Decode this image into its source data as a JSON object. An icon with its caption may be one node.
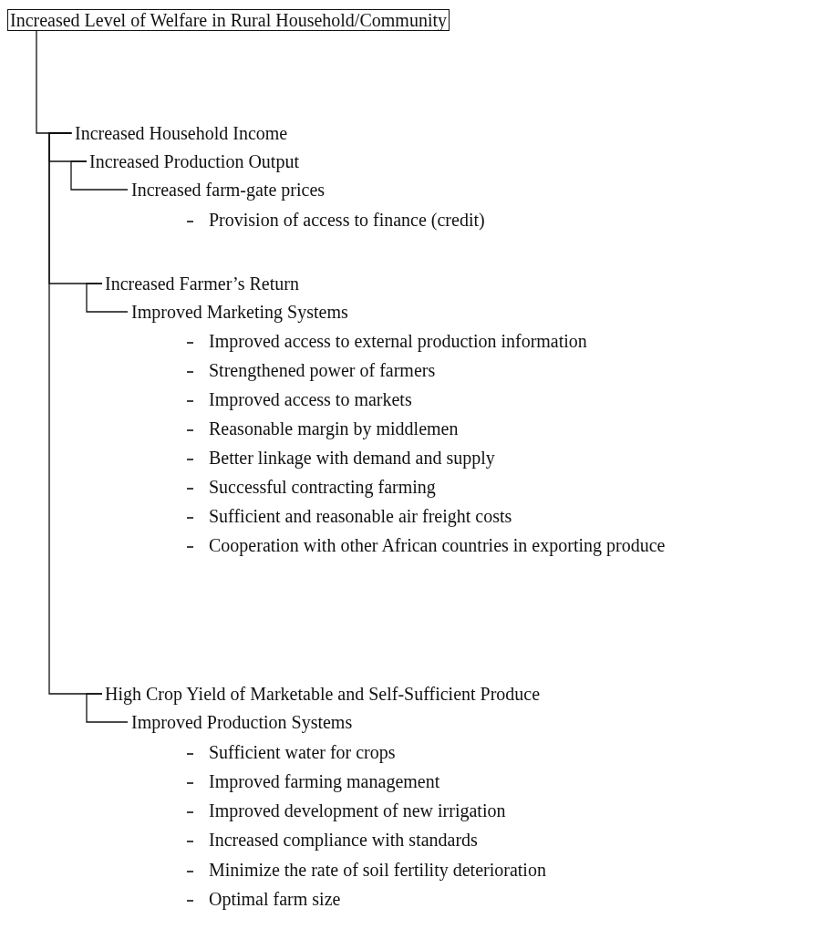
{
  "diagram": {
    "nodes": [
      {
        "text": [
          "Increased Level of Welfare in Rural Household/Community"
        ]
      },
      {
        "text": [
          "Increased Household Income"
        ]
      },
      {
        "text": [
          "Increased Production Output"
        ]
      },
      {
        "text": [
          "Increased farm-gate prices"
        ]
      },
      {
        "text": [
          "Increased Farmer’s Return"
        ]
      },
      {
        "text": [
          "Improved Marketing Systems"
        ]
      },
      {
        "text": [
          "High Crop Yield of Marketable and Self-Sufficient Produce"
        ]
      },
      {
        "text": [
          "Improved Production Systems"
        ]
      }
    ],
    "edges": [
      {
        "from": 0,
        "to": 1,
        "arrow": "none"
      },
      {
        "from": 1,
        "to": 2,
        "arrow": "none"
      },
      {
        "from": 1,
        "to": 4,
        "arrow": "none"
      },
      {
        "from": 1,
        "to": 6,
        "arrow": "none"
      },
      {
        "from": 2,
        "to": 3,
        "arrow": "none"
      },
      {
        "from": 4,
        "to": 5,
        "arrow": "none"
      },
      {
        "from": 6,
        "to": 7,
        "arrow": "none"
      }
    ],
    "labels": [
      "Provision of access to finance (credit)",
      "Improved access to external production information",
      "Strengthened power of farmers",
      "Improved access to markets",
      "Reasonable margin by middlemen",
      "Better linkage with demand and supply",
      "Successful contracting farming",
      "Sufficient and reasonable air freight costs",
      "Cooperation with other African countries in exporting produce",
      "Sufficient water for crops",
      "Improved farming management",
      "Improved development of new irrigation",
      "Increased compliance with standards",
      "Minimize the rate of soil fertility deterioration",
      "Optimal farm size"
    ]
  }
}
